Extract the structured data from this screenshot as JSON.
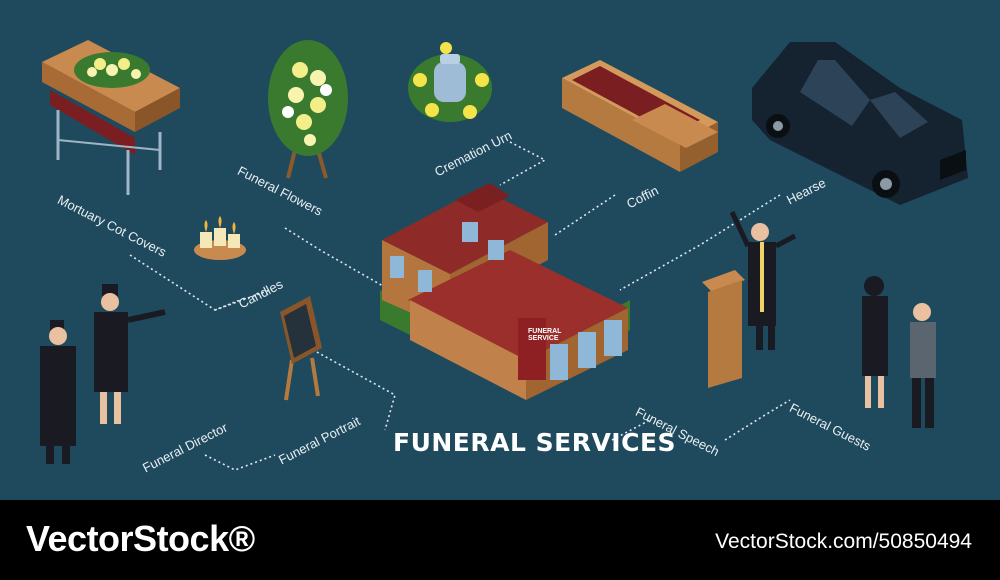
{
  "title": "FUNERAL SERVICES",
  "house_sign": "FUNERAL SERVICE",
  "labels": {
    "mortuary": "Mortuary Cot Covers",
    "flowers": "Funeral Flowers",
    "urn": "Cremation Urn",
    "coffin": "Coffin",
    "hearse": "Hearse",
    "candles": "Candles",
    "director": "Funeral Director",
    "portrait": "Funeral Portrait",
    "speech": "Funeral Speech",
    "guests": "Funeral Guests"
  },
  "watermark": {
    "brand": "VectorStock®",
    "url": "VectorStock.com/50850494"
  },
  "colors": {
    "background": "#1f4a5e",
    "connector": "#dfe8ee",
    "roof": "#8e2a28",
    "wall": "#b5753f",
    "wood": "#c98a4f",
    "hearse": "#15222f"
  }
}
